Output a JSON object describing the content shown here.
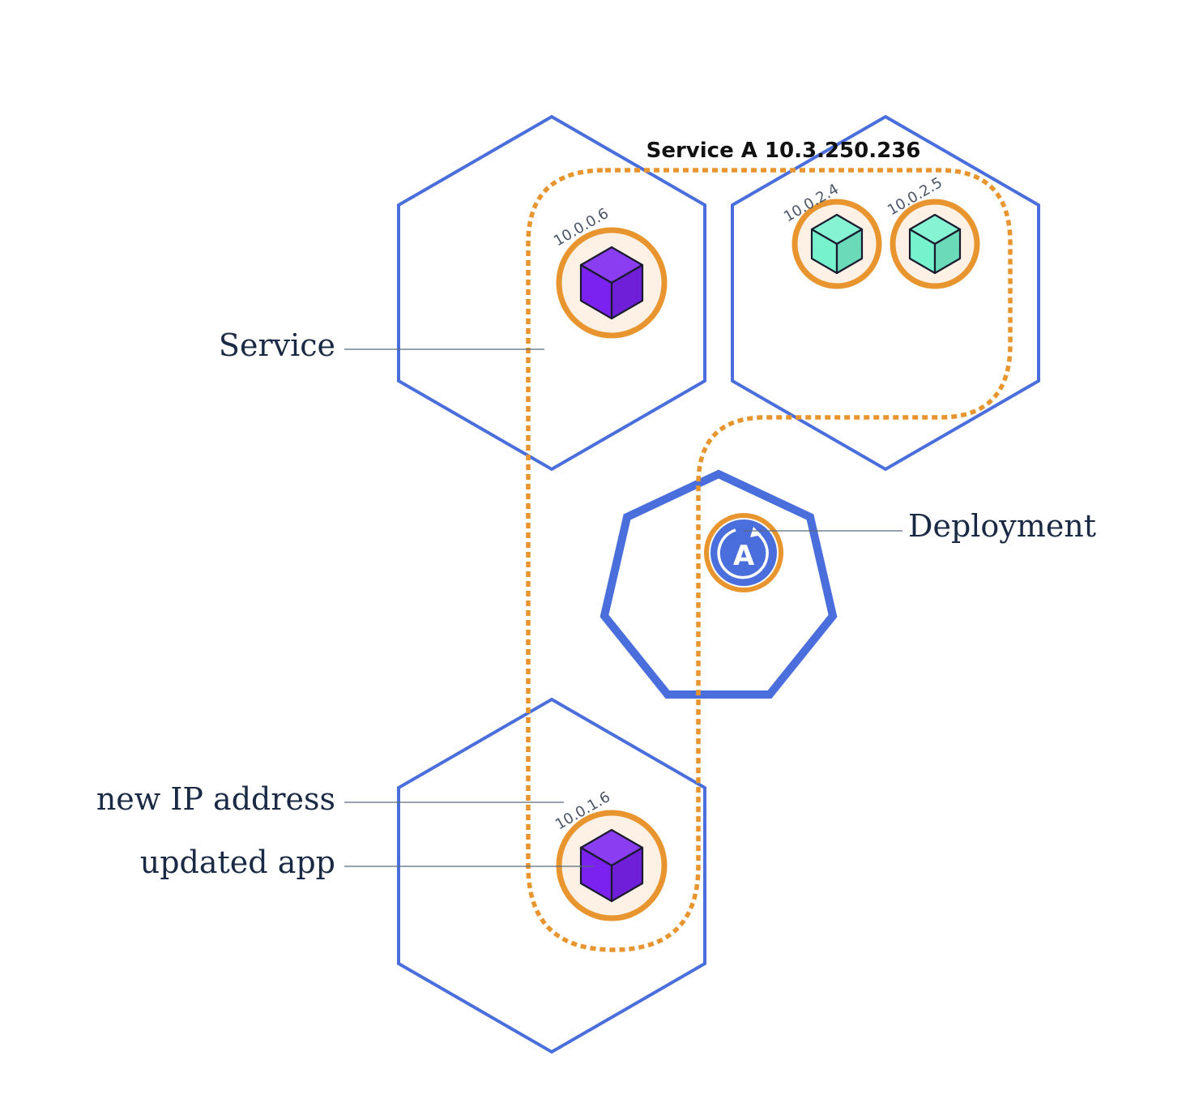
{
  "service_title": "Service A 10.3.250.236",
  "labels": {
    "service": "Service",
    "deployment": "Deployment",
    "new_ip": "new IP address",
    "updated_app": "updated app"
  },
  "pods": [
    {
      "ip": "10.0.0.6",
      "color": "#7b22f0"
    },
    {
      "ip": "10.0.2.4",
      "color": "#76f2cc"
    },
    {
      "ip": "10.0.2.5",
      "color": "#76f2cc"
    },
    {
      "ip": "10.0.1.6",
      "color": "#7b22f0"
    }
  ],
  "deployment_icon": {
    "name": "deployment-icon",
    "letter": "A",
    "color": "#4a6fdc"
  },
  "colors": {
    "node_outline": "#4a6fdc",
    "service_path": "#e8952f",
    "pod_fill": "#fdf1e6",
    "text": "#1a2a44"
  }
}
